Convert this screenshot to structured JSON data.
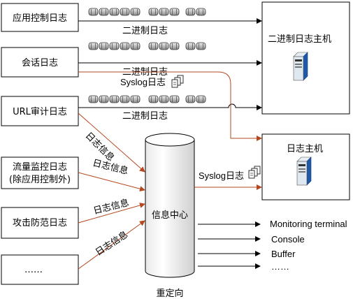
{
  "sources": [
    {
      "label": "应用控制日志"
    },
    {
      "label": "会话日志"
    },
    {
      "label": "URL审计日志"
    },
    {
      "label": "流量监控日志",
      "label2": "(除应用控制外)"
    },
    {
      "label": "攻击防范日志"
    },
    {
      "label": "……"
    }
  ],
  "binary_link_label": "二进制日志",
  "binary_host": {
    "label": "二进制日志主机"
  },
  "log_host": {
    "label": "日志主机"
  },
  "syslog_label": "Syslog日志",
  "info_link_label": "日志信息",
  "info_center": {
    "label": "信息中心",
    "redirect_label": "重定向"
  },
  "outputs": [
    "Monitoring terminal",
    "Console",
    "Buffer",
    "……"
  ],
  "colors": {
    "line": "#000000",
    "orange": "#b5471f",
    "host_body": "#dfe7ef",
    "host_blue": "#1d59a8"
  },
  "icons": [
    "tape-icon",
    "document-stack-icon",
    "server-icon"
  ]
}
